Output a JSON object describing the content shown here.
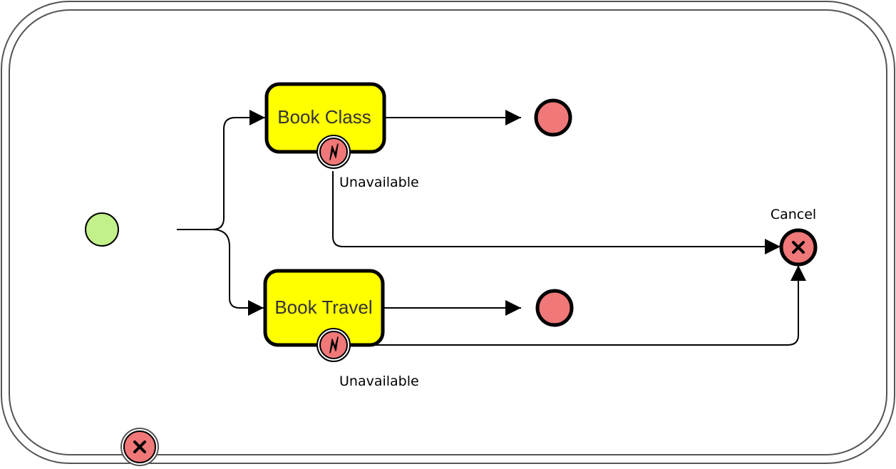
{
  "process": {
    "tasks": [
      {
        "label": "Book Class"
      },
      {
        "label": "Book Travel"
      }
    ],
    "error_labels": [
      "Unavailable",
      "Unavailable"
    ],
    "cancel_label": "Cancel"
  },
  "colors": {
    "task_fill": "#ffff00",
    "start_event_fill": "#c2f08a",
    "end_event_fill": "#f07878",
    "stroke": "#000000",
    "subprocess_border": "#555555"
  },
  "icons": {
    "boundary_error": "lightning-bolt-icon",
    "cancel": "x-cross-icon",
    "subprocess_cancel": "x-cross-icon"
  }
}
